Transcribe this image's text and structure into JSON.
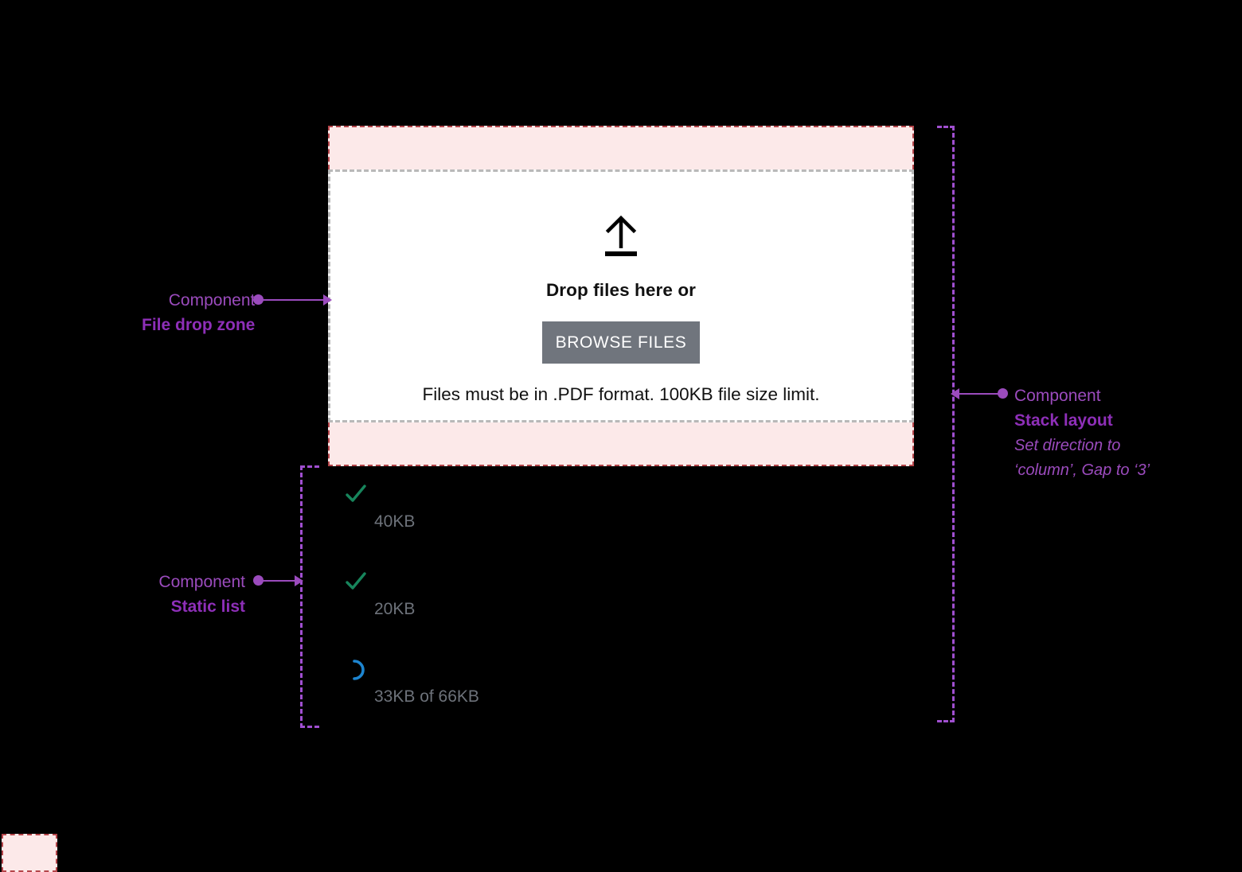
{
  "dropzone": {
    "icon": "upload-arrow-icon",
    "title": "Drop files here or",
    "browse_label": "BROWSE FILES",
    "help_text": "Files must be in .PDF format. 100KB file size limit.",
    "button_color": "#70757d",
    "border_color": "#b9b9b9",
    "background": "#ffffff"
  },
  "spacing_bands": {
    "fill": "#fce9e9",
    "border": "#b5454a"
  },
  "file_list": {
    "items": [
      {
        "status": "check-icon",
        "status_color": "#17855c",
        "name": "",
        "meta": "40KB"
      },
      {
        "status": "check-icon",
        "status_color": "#17855c",
        "name": "",
        "meta": "20KB"
      },
      {
        "status": "spinner-icon",
        "status_color": "#1d85d0",
        "name": "",
        "meta": "33KB of 66KB"
      }
    ]
  },
  "annotations": {
    "accent": "#9b4bbd",
    "dropzone": {
      "kicker": "Component",
      "name": "File drop zone"
    },
    "static_list": {
      "kicker": "Component",
      "name": "Static list"
    },
    "stack_layout": {
      "kicker": "Component",
      "name": "Stack layout",
      "note_line1": "Set direction to",
      "note_line2": "‘column’, Gap to ‘3’"
    }
  }
}
